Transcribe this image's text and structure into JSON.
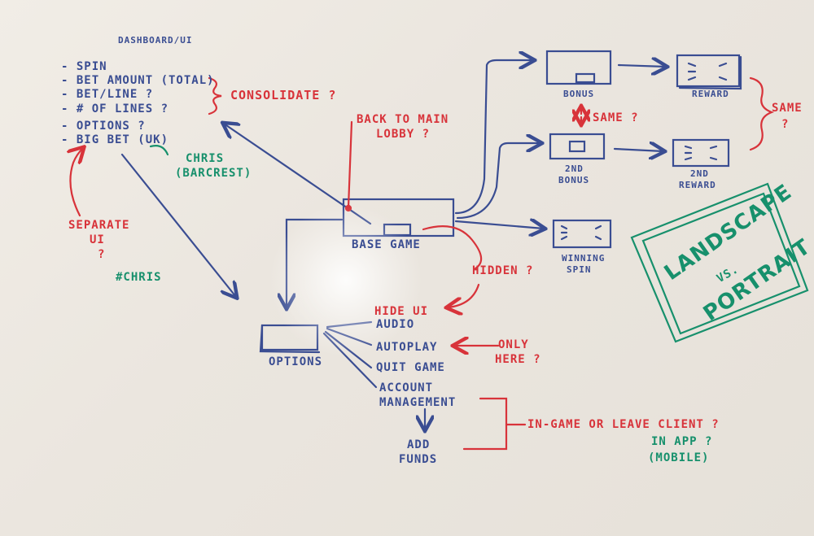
{
  "title": "DASHBOARD/UI",
  "dashboard_items": [
    "- SPIN",
    "- BET AMOUNT (TOTAL)",
    "- BET/LINE ?",
    "- # OF LINES ?",
    "- OPTIONS ?",
    "- BIG BET (UK)"
  ],
  "consolidate": "CONSOLIDATE ?",
  "chris_barcrest_line1": "CHRIS",
  "chris_barcrest_line2": "(BARCREST)",
  "separate_ui": [
    "SEPARATE",
    "UI",
    "?"
  ],
  "hash_chris": "#CHRIS",
  "back_to_main_lobby": [
    "BACK TO MAIN",
    "LOBBY ?"
  ],
  "base_game": "BASE GAME",
  "hidden": "HIDDEN ?",
  "hide_ui": "HIDE UI",
  "options": "OPTIONS",
  "options_menu": [
    "AUDIO",
    "AUTOPLAY",
    "QUIT GAME",
    "ACCOUNT",
    "MANAGEMENT"
  ],
  "only_here": [
    "ONLY",
    "HERE ?"
  ],
  "add_funds": [
    "ADD",
    "FUNDS"
  ],
  "in_game_or_leave": "IN-GAME OR LEAVE CLIENT ?",
  "in_app_mobile": [
    "IN APP ?",
    "(MOBILE)"
  ],
  "bonus": "BONUS",
  "reward": "REWARD",
  "same_q": "SAME ?",
  "same_q2": [
    "SAME",
    "?"
  ],
  "second_bonus": [
    "2ND",
    "BONUS"
  ],
  "second_reward": [
    "2ND",
    "REWARD"
  ],
  "winning_spin": [
    "WINNING",
    "SPIN"
  ],
  "landscape_vs_portrait": [
    "LANDSCAPE",
    "VS.",
    "PORTRAIT"
  ],
  "colors": {
    "blue": "#3a4d92",
    "red": "#d8333a",
    "green": "#17906c",
    "board": "#ece7df"
  }
}
